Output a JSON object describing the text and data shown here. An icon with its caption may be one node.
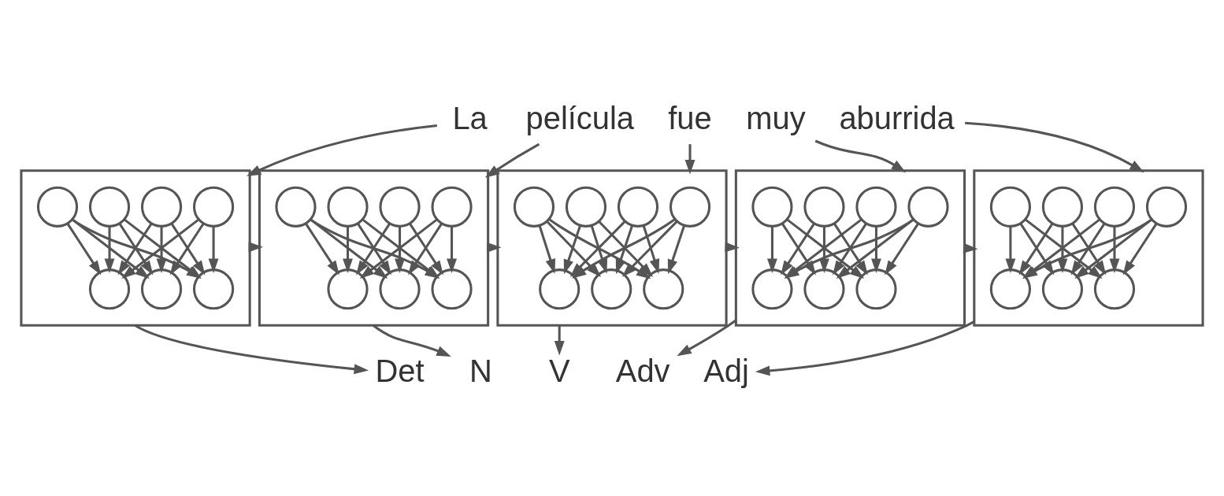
{
  "diagram": {
    "nodes": [
      {
        "text": [
          "La"
        ]
      },
      {
        "text": [
          "película"
        ]
      },
      {
        "text": [
          "fue"
        ]
      },
      {
        "text": [
          "muy"
        ]
      },
      {
        "text": [
          "aburrida"
        ]
      },
      {
        "text": [],
        "shape": "box"
      },
      {
        "text": [],
        "shape": "circle",
        "in": 5
      },
      {
        "text": [],
        "shape": "circle",
        "in": 5
      },
      {
        "text": [],
        "shape": "circle",
        "in": 5
      },
      {
        "text": [],
        "shape": "circle",
        "in": 5
      },
      {
        "text": [],
        "shape": "circle",
        "in": 5
      },
      {
        "text": [],
        "shape": "circle",
        "in": 5
      },
      {
        "text": [],
        "shape": "circle",
        "in": 5
      },
      {
        "text": [],
        "shape": "box"
      },
      {
        "text": [],
        "shape": "circle",
        "in": 13
      },
      {
        "text": [],
        "shape": "circle",
        "in": 13
      },
      {
        "text": [],
        "shape": "circle",
        "in": 13
      },
      {
        "text": [],
        "shape": "circle",
        "in": 13
      },
      {
        "text": [],
        "shape": "circle",
        "in": 13
      },
      {
        "text": [],
        "shape": "circle",
        "in": 13
      },
      {
        "text": [],
        "shape": "circle",
        "in": 13
      },
      {
        "text": [],
        "shape": "box"
      },
      {
        "text": [],
        "shape": "circle",
        "in": 21
      },
      {
        "text": [],
        "shape": "circle",
        "in": 21
      },
      {
        "text": [],
        "shape": "circle",
        "in": 21
      },
      {
        "text": [],
        "shape": "circle",
        "in": 21
      },
      {
        "text": [],
        "shape": "circle",
        "in": 21
      },
      {
        "text": [],
        "shape": "circle",
        "in": 21
      },
      {
        "text": [],
        "shape": "circle",
        "in": 21
      },
      {
        "text": [],
        "shape": "box"
      },
      {
        "text": [],
        "shape": "circle",
        "in": 29
      },
      {
        "text": [],
        "shape": "circle",
        "in": 29
      },
      {
        "text": [],
        "shape": "circle",
        "in": 29
      },
      {
        "text": [],
        "shape": "circle",
        "in": 29
      },
      {
        "text": [],
        "shape": "circle",
        "in": 29
      },
      {
        "text": [],
        "shape": "circle",
        "in": 29
      },
      {
        "text": [],
        "shape": "circle",
        "in": 29
      },
      {
        "text": [],
        "shape": "box"
      },
      {
        "text": [],
        "shape": "circle",
        "in": 37
      },
      {
        "text": [],
        "shape": "circle",
        "in": 37
      },
      {
        "text": [],
        "shape": "circle",
        "in": 37
      },
      {
        "text": [],
        "shape": "circle",
        "in": 37
      },
      {
        "text": [],
        "shape": "circle",
        "in": 37
      },
      {
        "text": [],
        "shape": "circle",
        "in": 37
      },
      {
        "text": [],
        "shape": "circle",
        "in": 37
      },
      {
        "text": [
          "Det"
        ]
      },
      {
        "text": [
          "N"
        ]
      },
      {
        "text": [
          "V"
        ]
      },
      {
        "text": [
          "Adv"
        ]
      },
      {
        "text": [
          "Adj"
        ]
      }
    ],
    "edges": [
      {
        "from": 0,
        "to": 5,
        "arrow": "to"
      },
      {
        "from": 6,
        "to": 10,
        "arrow": "to"
      },
      {
        "from": 6,
        "to": 11,
        "arrow": "to"
      },
      {
        "from": 6,
        "to": 12,
        "arrow": "to"
      },
      {
        "from": 7,
        "to": 10,
        "arrow": "to"
      },
      {
        "from": 7,
        "to": 11,
        "arrow": "to"
      },
      {
        "from": 7,
        "to": 12,
        "arrow": "to"
      },
      {
        "from": 8,
        "to": 10,
        "arrow": "to"
      },
      {
        "from": 8,
        "to": 11,
        "arrow": "to"
      },
      {
        "from": 8,
        "to": 12,
        "arrow": "to"
      },
      {
        "from": 9,
        "to": 10,
        "arrow": "to"
      },
      {
        "from": 9,
        "to": 11,
        "arrow": "to"
      },
      {
        "from": 9,
        "to": 12,
        "arrow": "to"
      },
      {
        "from": 5,
        "to": 45,
        "arrow": "to"
      },
      {
        "from": 5,
        "to": 13,
        "arrow": "to"
      },
      {
        "from": 1,
        "to": 13,
        "arrow": "to"
      },
      {
        "from": 14,
        "to": 18,
        "arrow": "to"
      },
      {
        "from": 14,
        "to": 19,
        "arrow": "to"
      },
      {
        "from": 14,
        "to": 20,
        "arrow": "to"
      },
      {
        "from": 15,
        "to": 18,
        "arrow": "to"
      },
      {
        "from": 15,
        "to": 19,
        "arrow": "to"
      },
      {
        "from": 15,
        "to": 20,
        "arrow": "to"
      },
      {
        "from": 16,
        "to": 18,
        "arrow": "to"
      },
      {
        "from": 16,
        "to": 19,
        "arrow": "to"
      },
      {
        "from": 16,
        "to": 20,
        "arrow": "to"
      },
      {
        "from": 17,
        "to": 18,
        "arrow": "to"
      },
      {
        "from": 17,
        "to": 19,
        "arrow": "to"
      },
      {
        "from": 17,
        "to": 20,
        "arrow": "to"
      },
      {
        "from": 13,
        "to": 46,
        "arrow": "to"
      },
      {
        "from": 13,
        "to": 21,
        "arrow": "to"
      },
      {
        "from": 2,
        "to": 21,
        "arrow": "to"
      },
      {
        "from": 22,
        "to": 26,
        "arrow": "to"
      },
      {
        "from": 22,
        "to": 27,
        "arrow": "to"
      },
      {
        "from": 22,
        "to": 28,
        "arrow": "to"
      },
      {
        "from": 23,
        "to": 26,
        "arrow": "to"
      },
      {
        "from": 23,
        "to": 27,
        "arrow": "to"
      },
      {
        "from": 23,
        "to": 28,
        "arrow": "to"
      },
      {
        "from": 24,
        "to": 26,
        "arrow": "to"
      },
      {
        "from": 24,
        "to": 27,
        "arrow": "to"
      },
      {
        "from": 24,
        "to": 28,
        "arrow": "to"
      },
      {
        "from": 25,
        "to": 26,
        "arrow": "to"
      },
      {
        "from": 25,
        "to": 27,
        "arrow": "to"
      },
      {
        "from": 25,
        "to": 28,
        "arrow": "to"
      },
      {
        "from": 21,
        "to": 47,
        "arrow": "to"
      },
      {
        "from": 21,
        "to": 29,
        "arrow": "to"
      },
      {
        "from": 3,
        "to": 29,
        "arrow": "to"
      },
      {
        "from": 30,
        "to": 34,
        "arrow": "to"
      },
      {
        "from": 30,
        "to": 35,
        "arrow": "to"
      },
      {
        "from": 30,
        "to": 36,
        "arrow": "to"
      },
      {
        "from": 31,
        "to": 34,
        "arrow": "to"
      },
      {
        "from": 31,
        "to": 35,
        "arrow": "to"
      },
      {
        "from": 31,
        "to": 36,
        "arrow": "to"
      },
      {
        "from": 32,
        "to": 34,
        "arrow": "to"
      },
      {
        "from": 32,
        "to": 35,
        "arrow": "to"
      },
      {
        "from": 32,
        "to": 36,
        "arrow": "to"
      },
      {
        "from": 33,
        "to": 34,
        "arrow": "to"
      },
      {
        "from": 33,
        "to": 35,
        "arrow": "to"
      },
      {
        "from": 33,
        "to": 36,
        "arrow": "to"
      },
      {
        "from": 29,
        "to": 48,
        "arrow": "to"
      },
      {
        "from": 29,
        "to": 37,
        "arrow": "to"
      },
      {
        "from": 4,
        "to": 37,
        "arrow": "to"
      },
      {
        "from": 38,
        "to": 42,
        "arrow": "to"
      },
      {
        "from": 38,
        "to": 43,
        "arrow": "to"
      },
      {
        "from": 38,
        "to": 44,
        "arrow": "to"
      },
      {
        "from": 39,
        "to": 42,
        "arrow": "to"
      },
      {
        "from": 39,
        "to": 43,
        "arrow": "to"
      },
      {
        "from": 39,
        "to": 44,
        "arrow": "to"
      },
      {
        "from": 40,
        "to": 42,
        "arrow": "to"
      },
      {
        "from": 40,
        "to": 43,
        "arrow": "to"
      },
      {
        "from": 40,
        "to": 44,
        "arrow": "to"
      },
      {
        "from": 41,
        "to": 42,
        "arrow": "to"
      },
      {
        "from": 41,
        "to": 43,
        "arrow": "to"
      },
      {
        "from": 41,
        "to": 44,
        "arrow": "to"
      },
      {
        "from": 37,
        "to": 49,
        "arrow": "to"
      }
    ]
  }
}
